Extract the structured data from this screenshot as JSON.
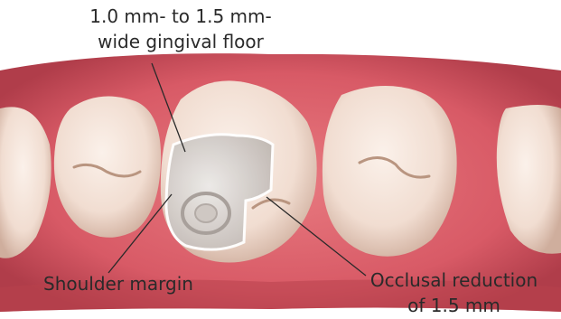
{
  "figure": {
    "labels": {
      "gingival_floor": {
        "line1": "1.0 mm- to 1.5 mm-",
        "line2": "wide gingival floor"
      },
      "shoulder_margin": {
        "line1": "Shoulder margin"
      },
      "occlusal_reduction": {
        "line1": "Occlusal reduction",
        "line2": "of 1.5 mm"
      }
    },
    "colors": {
      "gingiva": "#d85a66",
      "gingiva_dark": "#a52f3b",
      "tooth_enamel": "#f1ddd1",
      "tooth_shadow": "#c9a998",
      "preparation": "#d9d3cf",
      "leader_line": "#2a2a2a"
    },
    "icons": {
      "teeth": "tooth-illustration"
    }
  }
}
